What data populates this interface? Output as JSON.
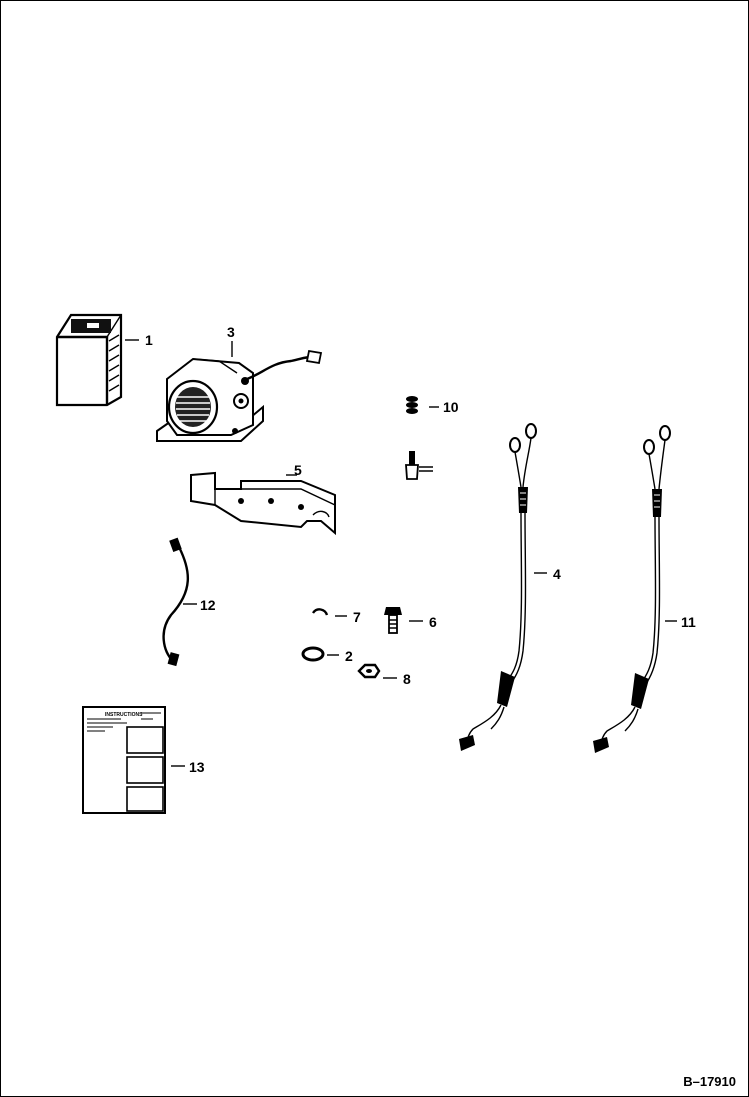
{
  "figure_id": "B–17910",
  "callouts": {
    "c1": "1",
    "c2": "2",
    "c3": "3",
    "c4": "4",
    "c5": "5",
    "c6": "6",
    "c7": "7",
    "c8": "8",
    "c10": "10",
    "c11": "11",
    "c12": "12",
    "c13": "13"
  },
  "instruction_sheet": {
    "heading": "INSTRUCTIONS"
  }
}
